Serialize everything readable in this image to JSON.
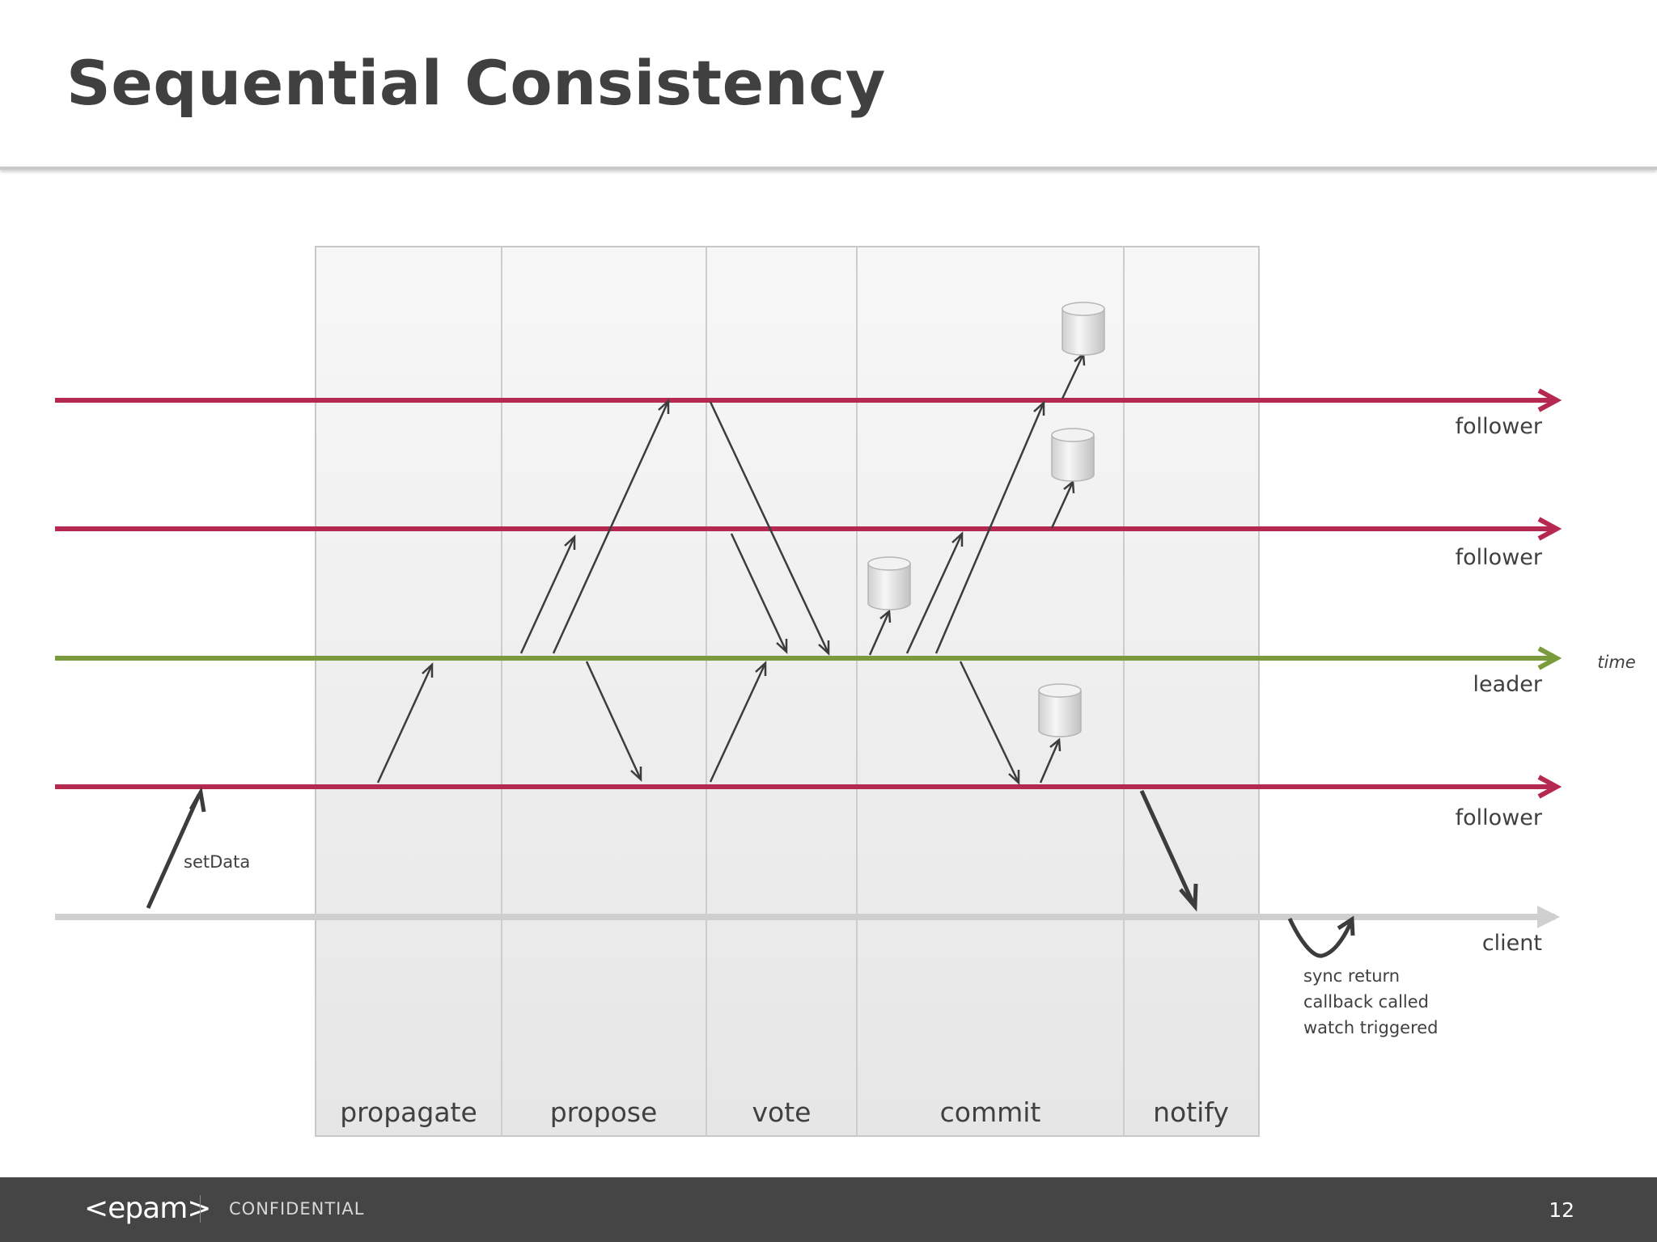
{
  "slide": {
    "title": "Sequential Consistency"
  },
  "diagram": {
    "phases": [
      "propagate",
      "propose",
      "vote",
      "commit",
      "notify"
    ],
    "timelines": {
      "follower_1": "follower",
      "follower_2": "follower",
      "leader": "leader",
      "follower_3": "follower",
      "client": "client"
    },
    "time_label": "time",
    "set_data_label": "setData",
    "notes": [
      "sync return",
      "callback called",
      "watch triggered"
    ],
    "colors": {
      "follower": "#b5284f",
      "leader": "#7a9a3b",
      "client": "#cfcfcf",
      "arrow": "#3c3c3c"
    }
  },
  "footer": {
    "logo": "<epam>",
    "confidential": "CONFIDENTIAL",
    "page_number": "12"
  }
}
